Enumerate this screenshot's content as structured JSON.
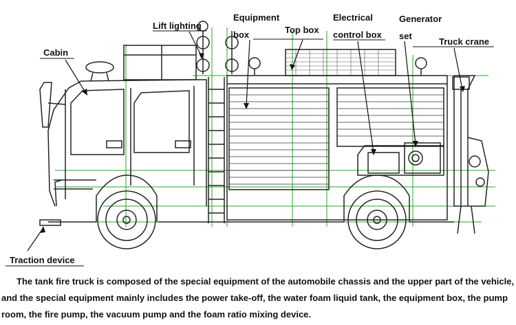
{
  "labels": {
    "lift_lighting": "Lift lighting",
    "equipment_box_1": "Equipment",
    "equipment_box_2": "box",
    "top_box": "Top box",
    "electrical_1": "Electrical",
    "electrical_2": "control box",
    "generator_1": "Generator",
    "generator_2": "set",
    "truck_crane": "Truck crane",
    "cabin": "Cabin",
    "traction_device": "Traction device"
  },
  "caption": "The tank fire truck is composed of the special equipment of the automobile chassis and the upper part of the vehicle, and the special equipment mainly includes the power take-off, the water foam liquid tank, the equipment box, the pump room, the fire pump, the vacuum pump and the foam ratio mixing device.",
  "colors": {
    "line": "#222222",
    "guide": "#22aa22",
    "text": "#111111"
  }
}
